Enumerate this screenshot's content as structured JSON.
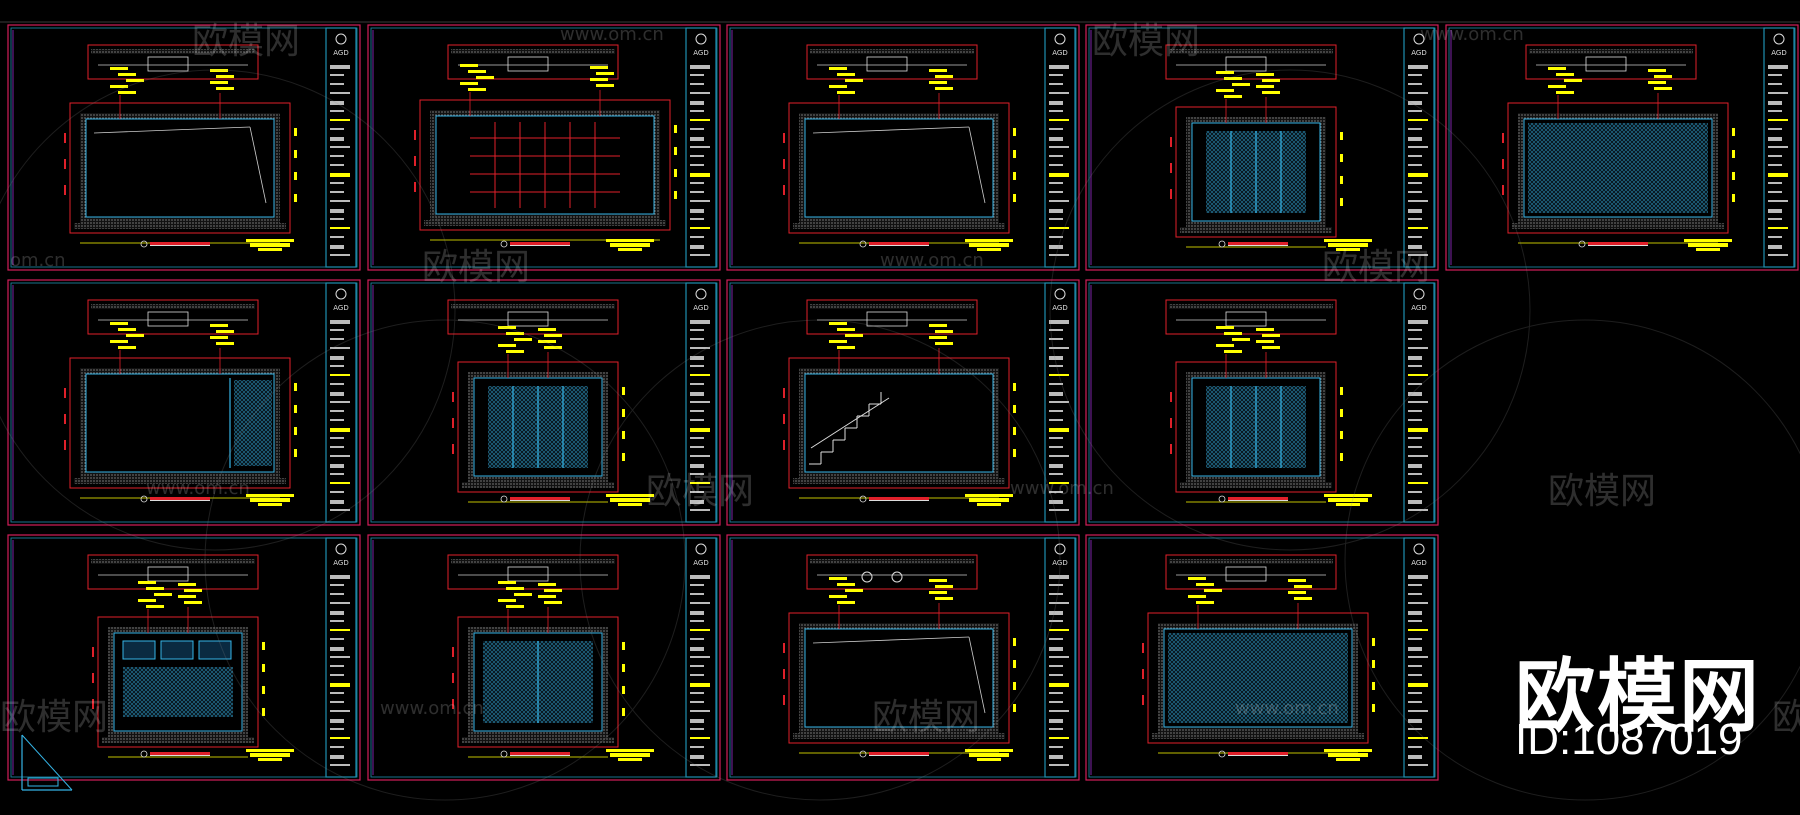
{
  "viewport": {
    "background": "#000000",
    "colors": {
      "frame": "#d21e5a",
      "border_cyan": "#1f8fb0",
      "red": "#e0202a",
      "yellow": "#ffff00",
      "white": "#dcdcdc",
      "blue": "#35b4e6",
      "magenta": "#9a2fd0"
    }
  },
  "sheets": {
    "grid": {
      "rows": [
        5,
        4,
        4
      ]
    },
    "title_block_logo": "AGD",
    "drawing_kinds": [
      "panel",
      "grid",
      "panel",
      "cabinet",
      "hatched",
      "panel-left",
      "stair-cabinet",
      "stair",
      "cabinet",
      "windows",
      "shelves",
      "circles",
      "hatched"
    ]
  },
  "watermarks": {
    "logo_text": "欧模网",
    "url_text": "www.om.cn",
    "url_partial": "om.cn",
    "edge_partial": "欧模网",
    "edge_partial_right": "欧"
  },
  "brand": {
    "name": "欧模网",
    "id_label": "ID:1087019"
  }
}
